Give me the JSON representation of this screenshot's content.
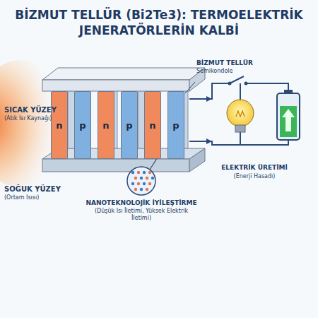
{
  "diagram": {
    "title": "BİZMUT TELLÜR (Bi2Te3): TERMOELEKTRİK JENERATÖRLERİN KALBİ",
    "nodes": [
      {
        "text": [
          "n"
        ]
      },
      {
        "text": [
          "p"
        ]
      },
      {
        "text": [
          "n"
        ]
      },
      {
        "text": [
          "p"
        ]
      },
      {
        "text": [
          "n"
        ]
      },
      {
        "text": [
          "p"
        ]
      }
    ],
    "labels": [
      "SICAK YÜZEY",
      "(Atık Isı Kaynağı)",
      "SOĞUK YÜZEY",
      "(Ortam Isısı)",
      "BİZMUT TELLÜR",
      "Semikondole",
      "NANOTEKNOLOJİK İYİLEŞTİRME",
      "(Düşük Isı İletimi, Yüksek Elektrik İletimi)",
      "ELEKTRİK ÜRETİMİ",
      "(Enerji Hasadı)"
    ]
  }
}
